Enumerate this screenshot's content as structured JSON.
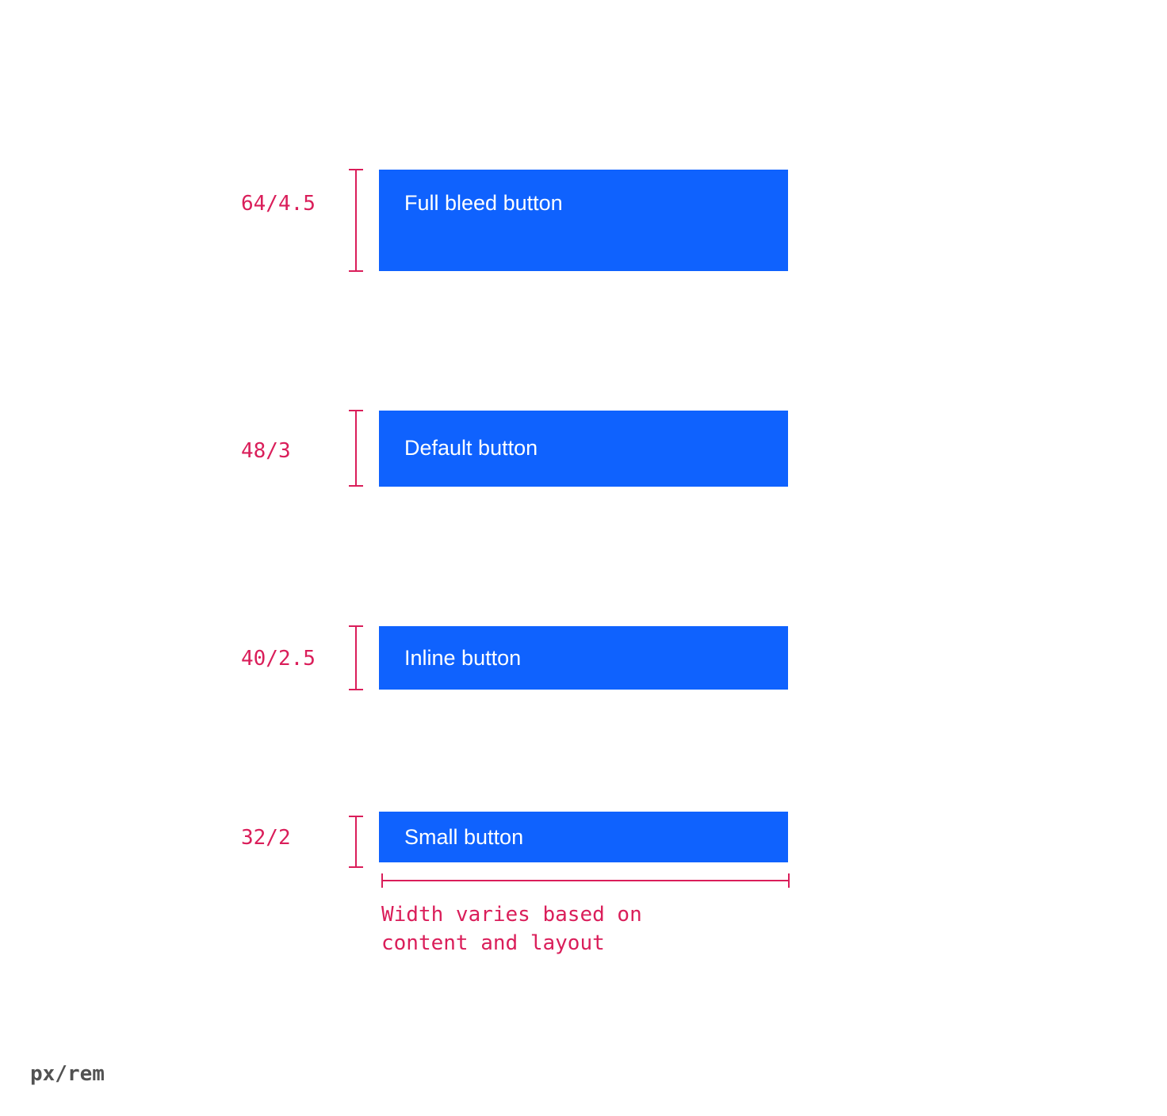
{
  "colors": {
    "accent": "#da1e5a",
    "button": "#0f62fe",
    "button_text": "#ffffff",
    "units_text": "#525252"
  },
  "rows": [
    {
      "size_label": "64/4.5",
      "button_label": "Full bleed button"
    },
    {
      "size_label": "48/3",
      "button_label": "Default button"
    },
    {
      "size_label": "40/2.5",
      "button_label": "Inline button"
    },
    {
      "size_label": "32/2",
      "button_label": "Small button"
    }
  ],
  "width_note": {
    "line1": "Width varies based on",
    "line2": "content and layout"
  },
  "units": "px/rem"
}
